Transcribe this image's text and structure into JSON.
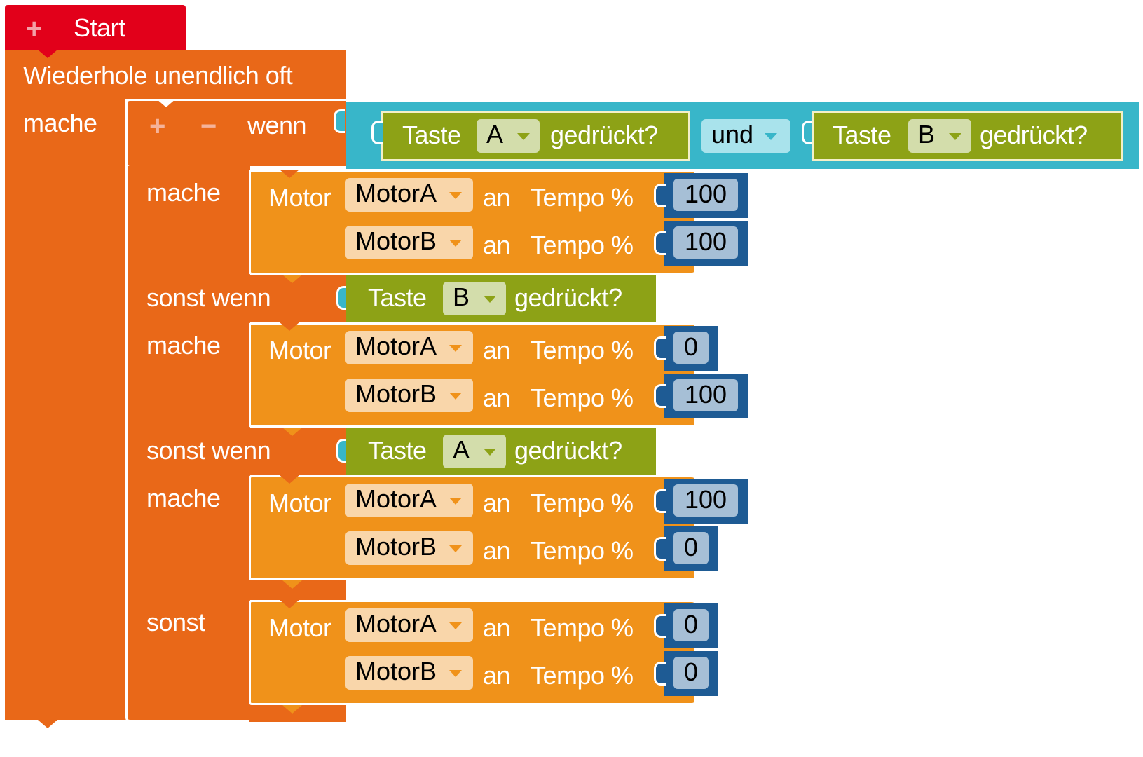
{
  "start_block": {
    "label": "Start",
    "plus_icon": "+"
  },
  "loop_block": {
    "label": "Wiederhole unendlich oft",
    "do_label": "mache"
  },
  "if_block": {
    "plus_icon": "+",
    "minus_icon": "−",
    "if_label": "wenn",
    "condition": {
      "left": {
        "label_prefix": "Taste",
        "key": "A",
        "label_suffix": "gedrückt?"
      },
      "operator": "und",
      "right": {
        "label_prefix": "Taste",
        "key": "B",
        "label_suffix": "gedrückt?"
      }
    },
    "branches": [
      {
        "label": "mache",
        "motors": [
          {
            "prefix": "Motor",
            "motor": "MotorA",
            "on_label": "an",
            "speed_label": "Tempo %",
            "speed": "100"
          },
          {
            "prefix": "",
            "motor": "MotorB",
            "on_label": "an",
            "speed_label": "Tempo %",
            "speed": "100"
          }
        ]
      },
      {
        "elseif_label": "sonst wenn",
        "condition": {
          "label_prefix": "Taste",
          "key": "B",
          "label_suffix": "gedrückt?"
        },
        "label": "mache",
        "motors": [
          {
            "prefix": "Motor",
            "motor": "MotorA",
            "on_label": "an",
            "speed_label": "Tempo %",
            "speed": "0"
          },
          {
            "prefix": "",
            "motor": "MotorB",
            "on_label": "an",
            "speed_label": "Tempo %",
            "speed": "100"
          }
        ]
      },
      {
        "elseif_label": "sonst wenn",
        "condition": {
          "label_prefix": "Taste",
          "key": "A",
          "label_suffix": "gedrückt?"
        },
        "label": "mache",
        "motors": [
          {
            "prefix": "Motor",
            "motor": "MotorA",
            "on_label": "an",
            "speed_label": "Tempo %",
            "speed": "100"
          },
          {
            "prefix": "",
            "motor": "MotorB",
            "on_label": "an",
            "speed_label": "Tempo %",
            "speed": "0"
          }
        ]
      },
      {
        "label": "sonst",
        "motors": [
          {
            "prefix": "Motor",
            "motor": "MotorA",
            "on_label": "an",
            "speed_label": "Tempo %",
            "speed": "0"
          },
          {
            "prefix": "",
            "motor": "MotorB",
            "on_label": "an",
            "speed_label": "Tempo %",
            "speed": "0"
          }
        ]
      }
    ]
  },
  "colors": {
    "start": "#E2001A",
    "control": "#E96818",
    "motor": "#F0921A",
    "logic": "#38B6C9",
    "sensor": "#8DA216",
    "number": "#1E5B94"
  }
}
